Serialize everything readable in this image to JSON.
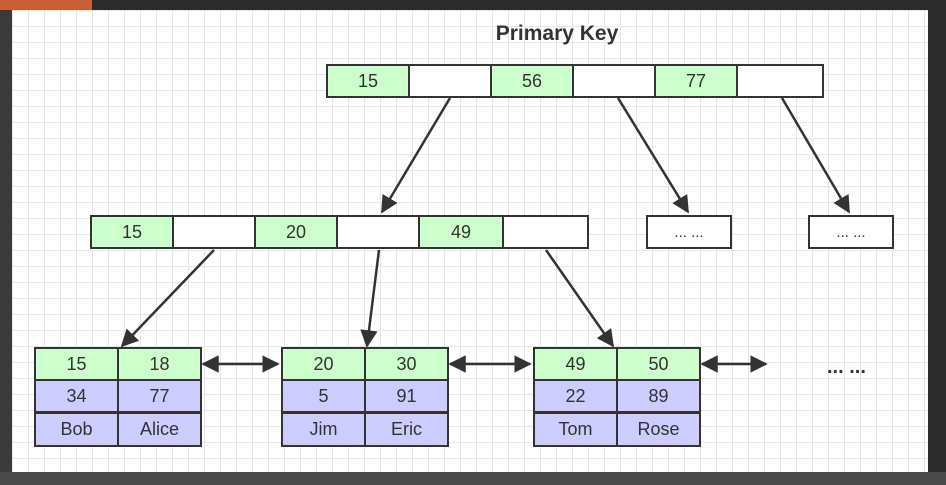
{
  "title": "Primary Key",
  "root": {
    "keys": [
      "15",
      "56",
      "77"
    ]
  },
  "internal": {
    "keys": [
      "15",
      "20",
      "49"
    ]
  },
  "siblings": [
    "... ...",
    "... ..."
  ],
  "leaves": [
    {
      "keys": [
        "15",
        "18"
      ],
      "values": [
        "34",
        "77"
      ],
      "names": [
        "Bob",
        "Alice"
      ]
    },
    {
      "keys": [
        "20",
        "30"
      ],
      "values": [
        "5",
        "91"
      ],
      "names": [
        "Jim",
        "Eric"
      ]
    },
    {
      "keys": [
        "49",
        "50"
      ],
      "values": [
        "22",
        "89"
      ],
      "names": [
        "Tom",
        "Rose"
      ]
    }
  ],
  "trailing": "... ...",
  "colors": {
    "key_fill": "#ccffcc",
    "value_fill": "#ccccff",
    "pointer_fill": "#ffffff",
    "stroke": "#333333"
  }
}
